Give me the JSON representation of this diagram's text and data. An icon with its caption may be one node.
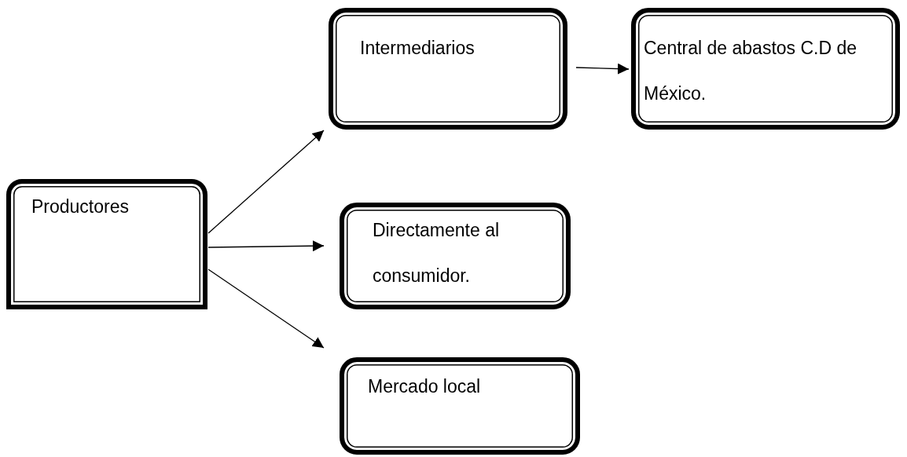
{
  "diagram": {
    "nodes": [
      {
        "text": [
          "Productores"
        ]
      },
      {
        "text": [
          "Intermediarios"
        ]
      },
      {
        "text": [
          "Central de abastos C.D de México."
        ]
      },
      {
        "text": [
          "Directamente al consumidor."
        ]
      },
      {
        "text": [
          "Mercado local"
        ]
      }
    ],
    "edges": [
      {
        "from": 0,
        "to": 1,
        "arrow": "to"
      },
      {
        "from": 0,
        "to": 3,
        "arrow": "to"
      },
      {
        "from": 0,
        "to": 4,
        "arrow": "to"
      },
      {
        "from": 1,
        "to": 2,
        "arrow": "to"
      }
    ]
  }
}
